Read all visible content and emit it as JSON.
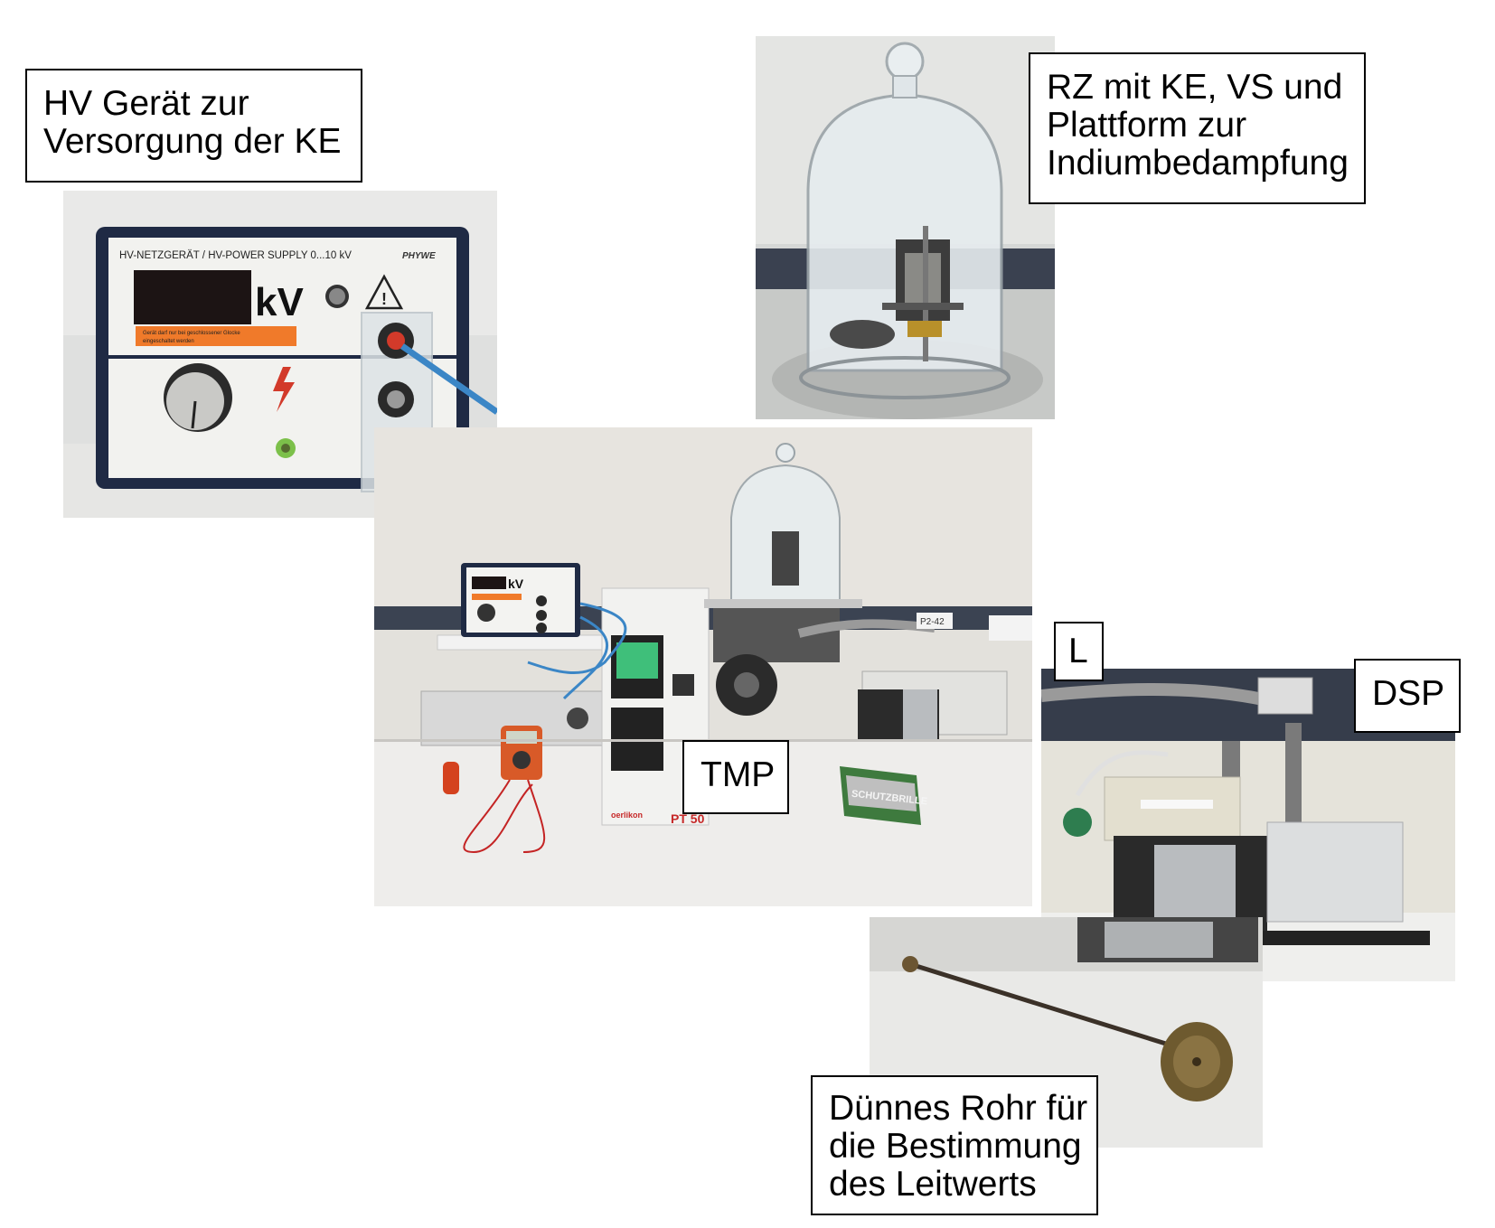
{
  "labels": {
    "hv": {
      "lines": [
        "HV Gerät zur",
        "Versorgung der KE"
      ]
    },
    "rz": {
      "lines": [
        "RZ mit KE, VS und",
        "Plattform zur",
        "Indiumbedampfung"
      ]
    },
    "tmp": {
      "lines": [
        "TMP"
      ]
    },
    "l": {
      "lines": [
        "L"
      ]
    },
    "dsp": {
      "lines": [
        "DSP"
      ]
    },
    "rohr": {
      "lines": [
        "Dünnes Rohr für",
        "die Bestimmung",
        "des Leitwerts"
      ]
    }
  },
  "photo_text": {
    "hv_panel_title": "HV-NETZGERÄT / HV-POWER SUPPLY 0...10 kV",
    "hv_brand": "PHYWE",
    "hv_unit": "kV",
    "hv_warning_line1": "Gerät darf nur bei geschlossener Glocke",
    "hv_warning_line2": "eingeschaltet werden",
    "goggles_sign": "SCHUTZBRILLE",
    "pump_brand": "oerlikon",
    "pump_model": "PT 50",
    "room_tag": "P2-42"
  },
  "colors": {
    "warning_orange": "#f07a2a",
    "hv_red": "#d23a2a",
    "cable_blue": "#3b86c6",
    "display_green": "#3fbf7a"
  }
}
